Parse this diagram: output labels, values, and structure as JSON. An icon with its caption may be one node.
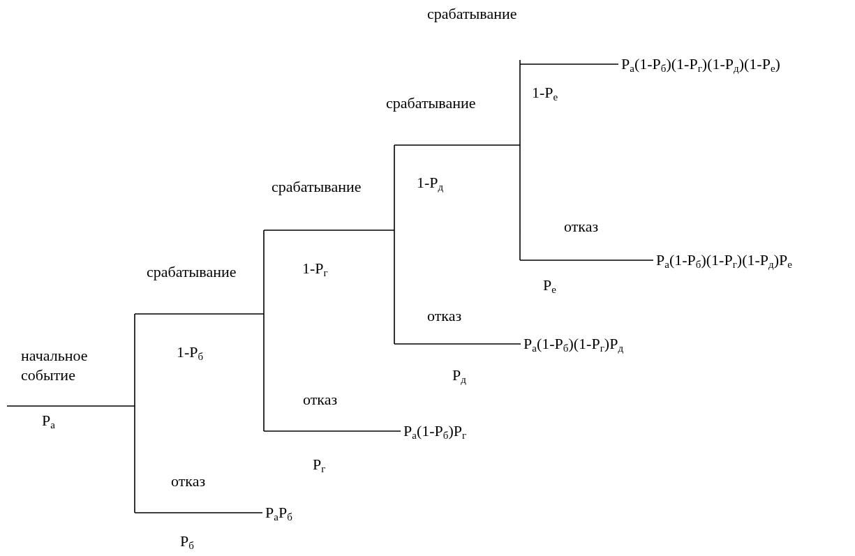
{
  "diagram": {
    "nodes": [
      {
        "text": [
          "P$_{а}$(1-P$_{б}$)(1-P$_{г}$)(1-P$_{д}$)(1-P$_{е}$)"
        ]
      },
      {
        "text": [
          "P$_{а}$(1-P$_{б}$)(1-P$_{г}$)(1-P$_{д}$)P$_{е}$"
        ]
      },
      {
        "text": [
          "P$_{а}$(1-P$_{б}$)(1-P$_{г}$)P$_{д}$"
        ]
      },
      {
        "text": [
          "P$_{а}$(1-P$_{б}$)P$_{г}$"
        ]
      },
      {
        "text": [
          "P$_{а}$P$_{б}$"
        ]
      }
    ],
    "edges": [
      {
        "from": null,
        "to": 0,
        "arrow": "none"
      },
      {
        "from": null,
        "to": 1,
        "arrow": "none"
      },
      {
        "from": null,
        "to": 2,
        "arrow": "none"
      },
      {
        "from": null,
        "to": 3,
        "arrow": "none"
      },
      {
        "from": null,
        "to": 4,
        "arrow": "none"
      }
    ],
    "labels": [
      "срабатывание",
      "срабатывание",
      "1-P$_{е}$",
      "срабатывание",
      "1-P$_{д}$",
      "срабатывание",
      "1-P$_{г}$",
      "отказ",
      "P$_{е}$",
      "начальное событие",
      "1-P$_{б}$",
      "отказ",
      "P$_{д}$",
      "отказ",
      "P$_{а}$",
      "P$_{г}$",
      "отказ",
      "P$_{б}$"
    ]
  }
}
